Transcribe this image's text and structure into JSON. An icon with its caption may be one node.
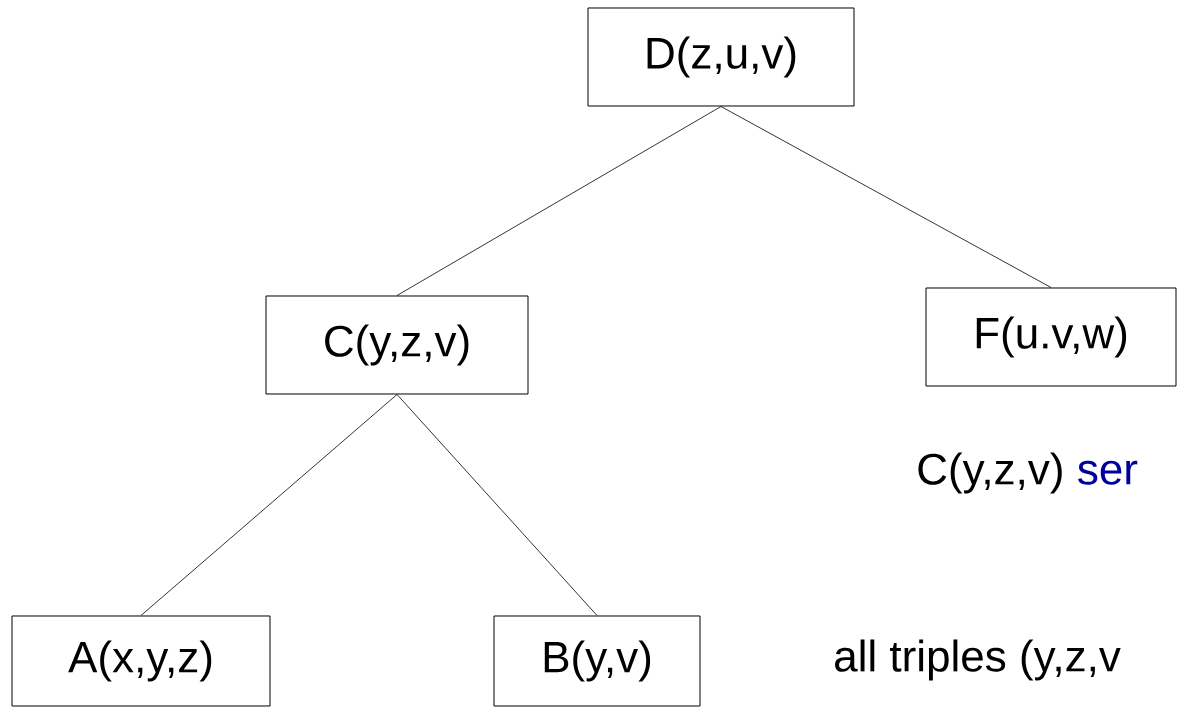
{
  "diagram": {
    "nodes": [
      {
        "text": [
          "D(z,u,v)"
        ]
      },
      {
        "text": [
          "C(y,z,v)"
        ]
      },
      {
        "text": [
          "F(u.v,w)"
        ]
      },
      {
        "text": [
          "A(x,y,z)"
        ]
      },
      {
        "text": [
          "B(y,v)"
        ]
      }
    ],
    "edges": [
      {
        "from": 0,
        "to": 1,
        "arrow": "none"
      },
      {
        "from": 0,
        "to": 2,
        "arrow": "none"
      },
      {
        "from": 1,
        "to": 3,
        "arrow": "none"
      },
      {
        "from": 1,
        "to": 4,
        "arrow": "none"
      }
    ],
    "labels": [
      "C(y,z,v)",
      "ser",
      "all  triples (y,z,v"
    ]
  }
}
